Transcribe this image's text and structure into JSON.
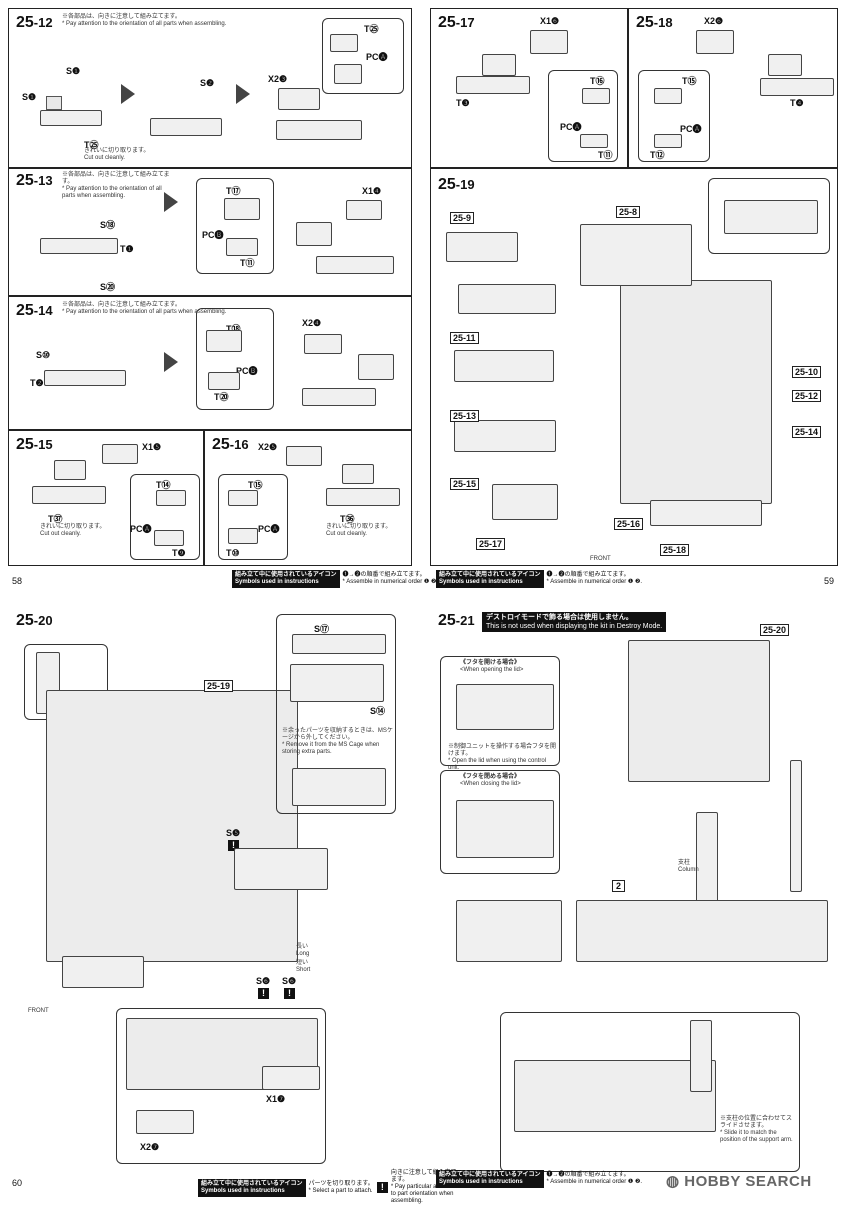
{
  "pages": {
    "p58": {
      "number": "58",
      "steps": [
        {
          "id": "25-12",
          "base": "25",
          "sub": "-12",
          "note_jp": "※各部品は、向きに注意して組み立てます。",
          "note_en": "* Pay attention to the orientation of all parts when assembling."
        },
        {
          "id": "25-13",
          "base": "25",
          "sub": "-13",
          "note_jp": "※各部品は、向きに注意して組み立てます。",
          "note_en": "* Pay attention to the orientation of all parts when assembling."
        },
        {
          "id": "25-14",
          "base": "25",
          "sub": "-14",
          "note_jp": "※各部品は、向きに注意して組み立てます。",
          "note_en": "* Pay attention to the orientation of all parts when assembling."
        },
        {
          "id": "25-15",
          "base": "25",
          "sub": "-15"
        },
        {
          "id": "25-16",
          "base": "25",
          "sub": "-16"
        }
      ],
      "cut_jp": "きれいに切り取ります。",
      "cut_en": "Cut out cleanly.",
      "labels_1": {
        "s1a": "S❶",
        "s1b": "S❶",
        "t25": "T㉕",
        "t25b": "T㉕",
        "s2": "S❷",
        "x2": "X2❸",
        "pca": "PC🅐"
      },
      "labels_2": {
        "t17": "T⑰",
        "x1": "X1❹",
        "pcb": "PC🅑",
        "t1": "T❶",
        "s18": "S⑱",
        "s20": "S⑳",
        "t11": "T⑪"
      },
      "labels_3": {
        "t18": "T⑱",
        "x2": "X2❹",
        "pcb": "PC🅑",
        "t2": "T❷",
        "t20": "T⑳",
        "s10": "S⑩"
      },
      "labels_4": {
        "x1": "X1❺",
        "t14": "T⑭",
        "pca": "PC🅐",
        "t9": "T❾",
        "t37": "T㊲"
      },
      "labels_5": {
        "x2": "X2❺",
        "t15": "T⑮",
        "pca": "PC🅐",
        "t10": "T⑩",
        "t36": "T㊱"
      },
      "legend_title_jp": "組み立て中に使用されているアイコン",
      "legend_title_en": "Symbols used in instructions",
      "legend_text_jp": "❶→❷の順番で組み立てます。",
      "legend_text_en": "* Assemble in numerical order ❶ ❷."
    },
    "p59": {
      "number": "59",
      "steps": [
        {
          "id": "25-17",
          "base": "25",
          "sub": "-17"
        },
        {
          "id": "25-18",
          "base": "25",
          "sub": "-18"
        },
        {
          "id": "25-19",
          "base": "25",
          "sub": "-19"
        }
      ],
      "labels_17": {
        "x1": "X1❻",
        "t3": "T❸",
        "t16": "T⑯",
        "pca": "PC🅐",
        "t11": "T⑪"
      },
      "labels_18": {
        "x2": "X2❻",
        "t4": "T❹",
        "t15": "T⑮",
        "pca": "PC🅐",
        "t12": "T⑫"
      },
      "tags": [
        "25-9",
        "25-8",
        "25-11",
        "25-10",
        "25-12",
        "25-13",
        "25-14",
        "25-15",
        "25-16",
        "25-17",
        "25-18"
      ],
      "front": "FRONT",
      "legend_title_jp": "組み立て中に使用されているアイコン",
      "legend_title_en": "Symbols used in instructions",
      "legend_text_jp": "❶→❷の順番で組み立てます。",
      "legend_text_en": "* Assemble in numerical order ❶ ❷."
    },
    "p60": {
      "number": "60",
      "step": {
        "base": "25",
        "sub": "-20"
      },
      "tag": "25-19",
      "s17": "S⑰",
      "s14": "S⑭",
      "s5": "S❺",
      "s6a": "S❻",
      "s6b": "S❻",
      "long_jp": "長い",
      "long_en": "Long",
      "short_jp": "短い",
      "short_en": "Short",
      "extra_jp": "※余ったパーツを収納するときは、MSケージから外してください。",
      "extra_en": "* Remove it from the MS Cage when storing extra parts.",
      "x1": "X1❼",
      "x2": "X2❼",
      "front": "FRONT",
      "legend_title_jp": "組み立て中に使用されているアイコン",
      "legend_title_en": "Symbols used in instructions",
      "legend_a_jp": "パーツを切り取ります。",
      "legend_a_en": "* Select a part to attach.",
      "legend_b_jp": "向きに注意して組み立てます。",
      "legend_b_en": "* Pay particular attention to part orientation when assembling."
    },
    "p61": {
      "step": {
        "base": "25",
        "sub": "-21"
      },
      "banner_jp": "デストロイモードで飾る場合は使用しません。",
      "banner_en": "This is not used when displaying the kit in Destroy Mode.",
      "tag": "25-20",
      "open_jp": "《フタを開ける場合》",
      "open_en": "<When opening the lid>",
      "close_jp": "《フタを閉める場合》",
      "close_en": "<When closing the lid>",
      "control_jp": "※制御ユニットを操作する場合フタを開けます。",
      "control_en": "* Open the lid when using the control unit.",
      "column_jp": "支柱",
      "column_en": "Column",
      "box_label": "2",
      "adjust_jp": "※支柱の位置に合わせてスライドさせます。",
      "adjust_en": "* Slide it to match the position of the support arm.",
      "legend_title_jp": "組み立て中に使用されているアイコン",
      "legend_title_en": "Symbols used in instructions",
      "legend_text_jp": "❶→❷の順番で組み立てます。",
      "legend_text_en": "* Assemble in numerical order ❶ ❷."
    }
  },
  "watermark": {
    "brand": "HOBBY SEARCH"
  }
}
